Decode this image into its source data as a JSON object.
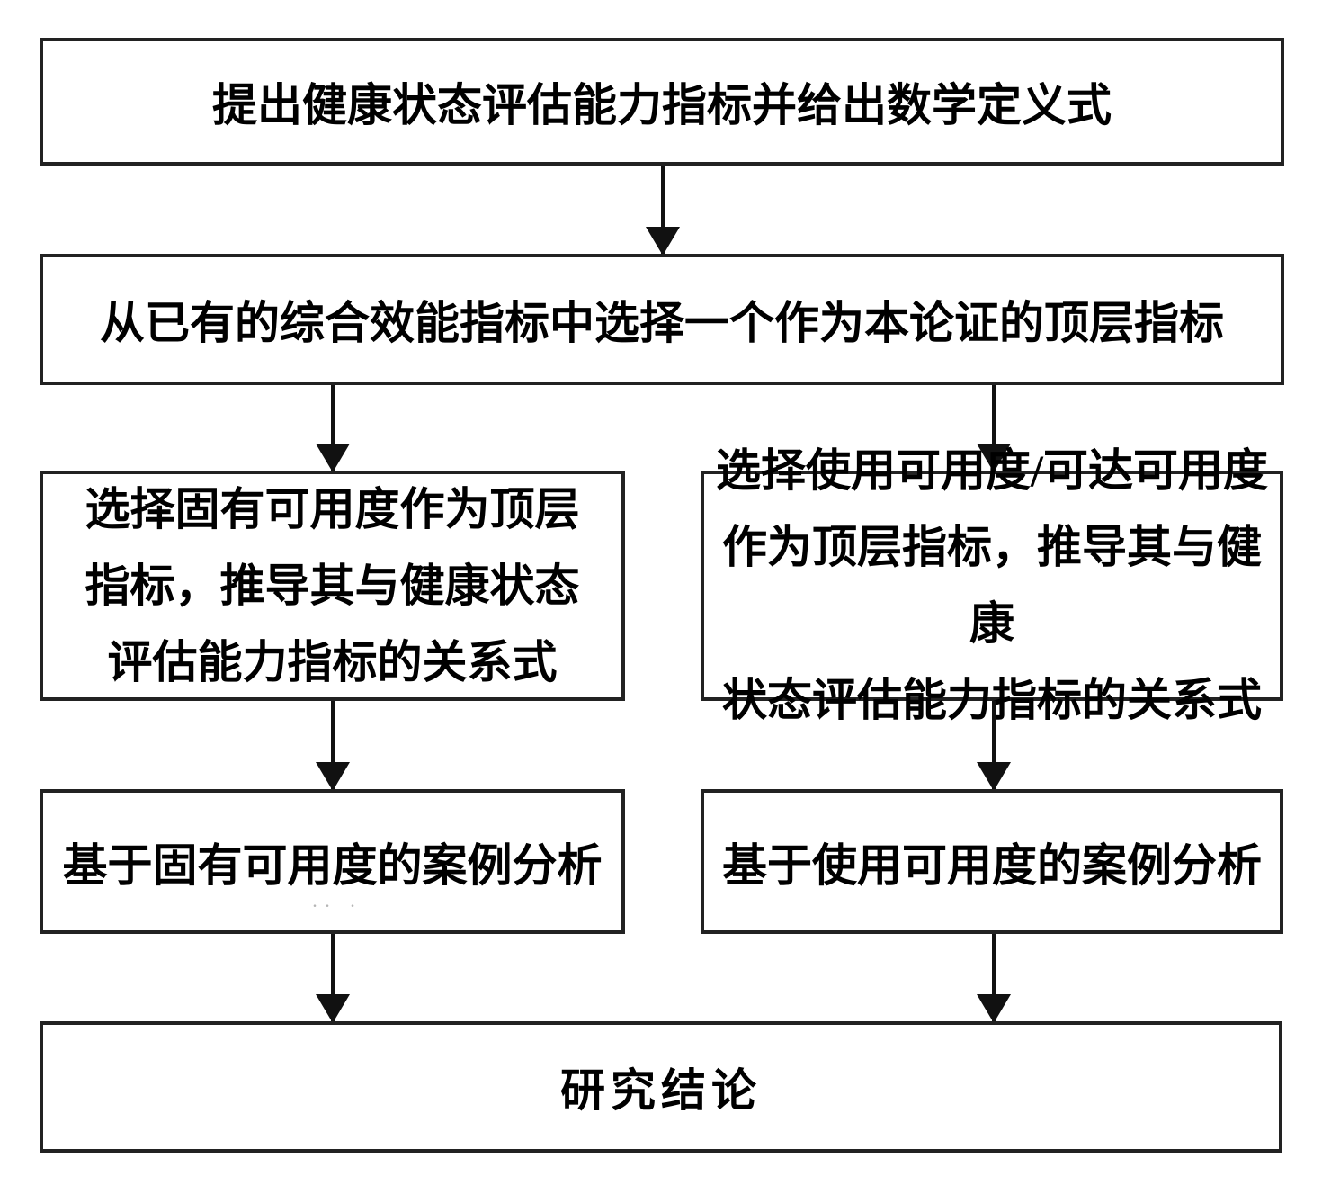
{
  "figure": {
    "background_color": "#ffffff",
    "box_border_color": "#222222",
    "arrow_color": "#111111",
    "text_color": "#000000"
  },
  "nodes": {
    "step1": {
      "label": "提出健康状态评估能力指标并给出数学定义式"
    },
    "step2": {
      "label": "从已有的综合效能指标中选择一个作为本论证的顶层指标"
    },
    "step3_left": {
      "label": [
        "选择固有可用度作为顶层",
        "指标，推导其与健康状态",
        "评估能力指标的关系式"
      ]
    },
    "step3_right": {
      "label": [
        "选择使用可用度/可达可用度",
        "作为顶层指标，推导其与健康",
        "状态评估能力指标的关系式"
      ]
    },
    "step4_left": {
      "label": "基于固有可用度的案例分析"
    },
    "step4_right": {
      "label": "基于使用可用度的案例分析"
    },
    "step5": {
      "label": "研究结论"
    }
  },
  "edges": [
    {
      "from": "step1",
      "to": "step2"
    },
    {
      "from": "step2",
      "to": "step3_left"
    },
    {
      "from": "step2",
      "to": "step3_right"
    },
    {
      "from": "step3_left",
      "to": "step4_left"
    },
    {
      "from": "step3_right",
      "to": "step4_right"
    },
    {
      "from": "step4_left",
      "to": "step5"
    },
    {
      "from": "step4_right",
      "to": "step5"
    }
  ],
  "artifact": ".. ."
}
